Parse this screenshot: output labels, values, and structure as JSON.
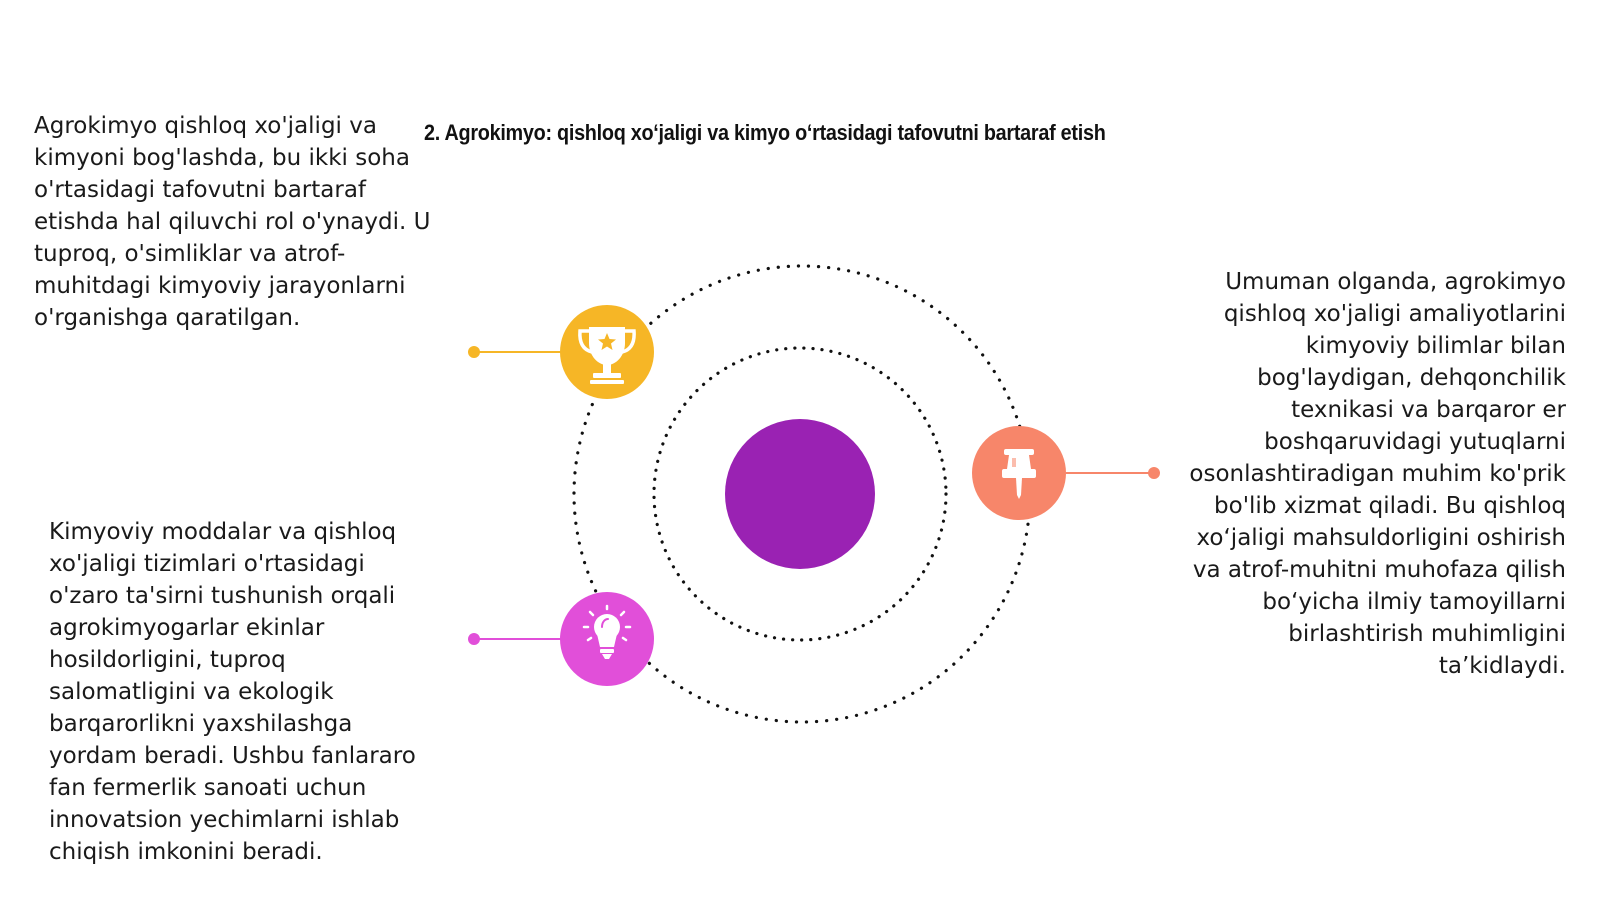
{
  "title": "2. Agrokimyo: qishloq xo‘jaligi va kimyo o‘rtasidagi tafovutni bartaraf etish",
  "blocks": {
    "top_left": "Agrokimyo qishloq xo'jaligi va kimyoni bog'lashda, bu ikki soha o'rtasidagi tafovutni bartaraf etishda hal qiluvchi rol o'ynaydi. U tuproq, o'simliklar va atrof-muhitdagi kimyoviy jarayonlarni o'rganishga qaratilgan.",
    "bottom_left": "Kimyoviy moddalar va qishloq xo'jaligi tizimlari o'rtasidagi o'zaro ta'sirni tushunish orqali agrokimyogarlar ekinlar hosildorligini, tuproq salomatligini va ekologik barqarorlikni yaxshilashga yordam beradi. Ushbu fanlararo fan fermerlik sanoati uchun innovatsion yechimlarni ishlab chiqish imkonini beradi.",
    "right": "Umuman olganda, agrokimyo qishloq xo'jaligi amaliyotlarini kimyoviy bilimlar bilan bog'laydigan, dehqonchilik texnikasi va barqaror er boshqaruvidagi yutuqlarni osonlashtiradigan muhim ko'prik bo'lib xizmat qiladi. Bu qishloq xo‘jaligi mahsuldorligini oshirish va atrof-muhitni muhofaza qilish bo‘yicha ilmiy tamoyillarni birlashtirish muhimligini ta’kidlaydi."
  },
  "nodes": [
    {
      "name": "trophy",
      "icon": "trophy-icon",
      "color": "#F6B626"
    },
    {
      "name": "lightbulb",
      "icon": "lightbulb-icon",
      "color": "#E14FD9"
    },
    {
      "name": "pin",
      "icon": "pushpin-icon",
      "color": "#F7866A"
    }
  ],
  "colors": {
    "center": "#9A22B3",
    "dots": "#111111"
  }
}
